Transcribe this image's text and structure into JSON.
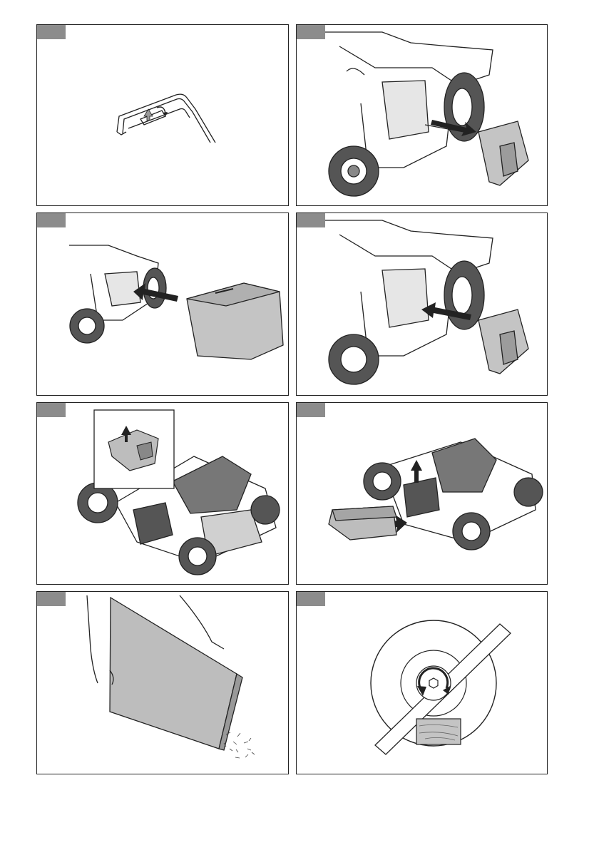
{
  "figures": [
    {
      "id": "fig-1",
      "content": "handle-bar-lever",
      "icons": [
        "arrow-up-icon",
        "rotate-icon"
      ]
    },
    {
      "id": "fig-2",
      "content": "remove-mulching-insert",
      "icons": [
        "arrow-right-icon"
      ]
    },
    {
      "id": "fig-3",
      "content": "attach-grass-bag",
      "icons": [
        "arrow-left-icon"
      ]
    },
    {
      "id": "fig-4",
      "content": "insert-mulching-insert",
      "icons": [
        "arrow-left-icon"
      ]
    },
    {
      "id": "fig-5",
      "content": "lift-discharge-flap",
      "icons": [
        "arrow-up-icon"
      ]
    },
    {
      "id": "fig-6",
      "content": "attach-side-chute",
      "icons": [
        "arrow-up-icon",
        "arrow-right-icon"
      ]
    },
    {
      "id": "fig-7",
      "content": "empty-grass-bag",
      "icons": []
    },
    {
      "id": "fig-8",
      "content": "blade-bolt",
      "icons": [
        "rotate-icon"
      ]
    }
  ],
  "colors": {
    "tab": "#8c8c8c",
    "line": "#222222",
    "fill": "#bdbdbd"
  }
}
